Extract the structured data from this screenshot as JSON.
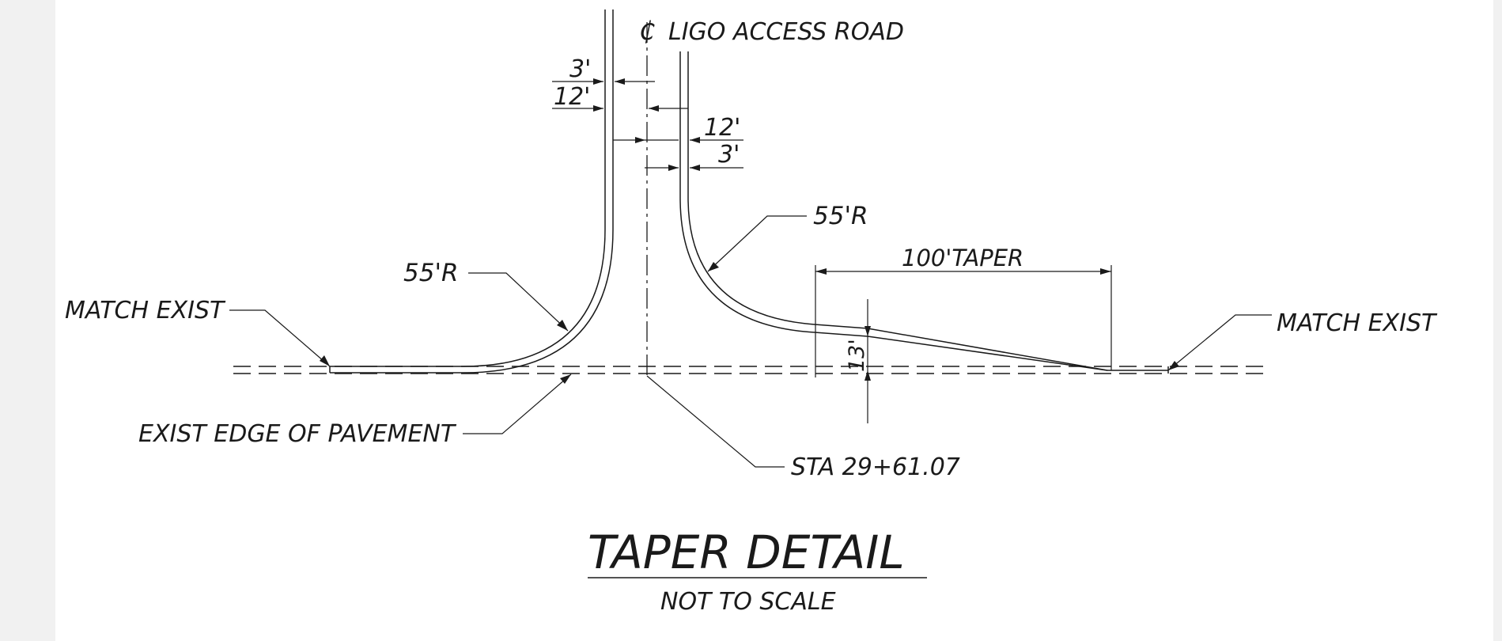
{
  "title": "TAPER DETAIL",
  "subtitle": "NOT TO SCALE",
  "centerline_symbol": "₵",
  "labels": {
    "access_road": "LIGO ACCESS ROAD",
    "dim_left_3": "3'",
    "dim_left_12": "12'",
    "dim_right_12": "12'",
    "dim_right_3": "3'",
    "radius_left": "55'R",
    "radius_right": "55'R",
    "taper": "100'TAPER",
    "offset": "13'",
    "match_exist_left": "MATCH EXIST",
    "match_exist_right": "MATCH EXIST",
    "exist_edge": "EXIST EDGE OF PAVEMENT",
    "station": "STA 29+61.07"
  }
}
